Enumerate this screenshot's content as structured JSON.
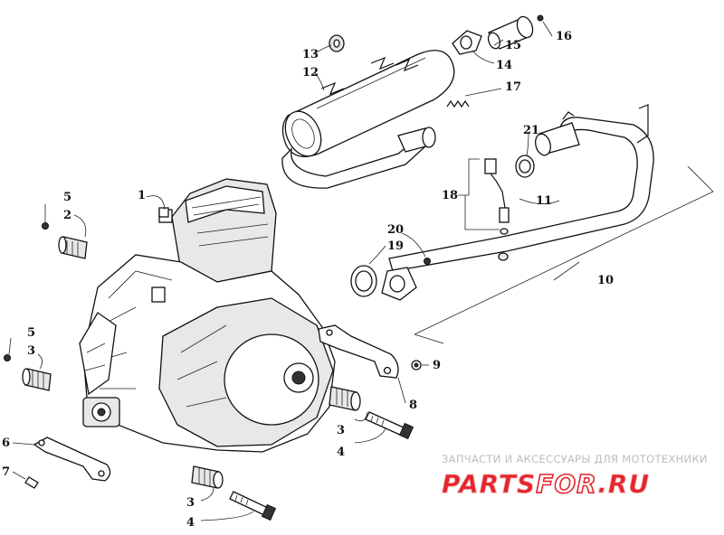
{
  "callouts": {
    "c1": "1",
    "c2": "2",
    "c3a": "3",
    "c3b": "3",
    "c3c": "3",
    "c4a": "4",
    "c4b": "4",
    "c5a": "5",
    "c5b": "5",
    "c6": "6",
    "c7": "7",
    "c8": "8",
    "c9": "9",
    "c10": "10",
    "c11": "11",
    "c12": "12",
    "c13": "13",
    "c14": "14",
    "c15": "15",
    "c16": "16",
    "c17": "17",
    "c18": "18",
    "c19": "19",
    "c20": "20",
    "c21": "21"
  },
  "watermark": {
    "subtitle": "ЗАПЧАСТИ И АКСЕССУАРЫ ДЛЯ МОТОТЕХНИКИ",
    "logo_part1": "PARTS",
    "logo_part2": "FOR",
    "logo_part3": ".RU",
    "colors": {
      "red": "#e4262c",
      "grey": "#bdbdbd",
      "pink": "#f3a6a8"
    }
  }
}
